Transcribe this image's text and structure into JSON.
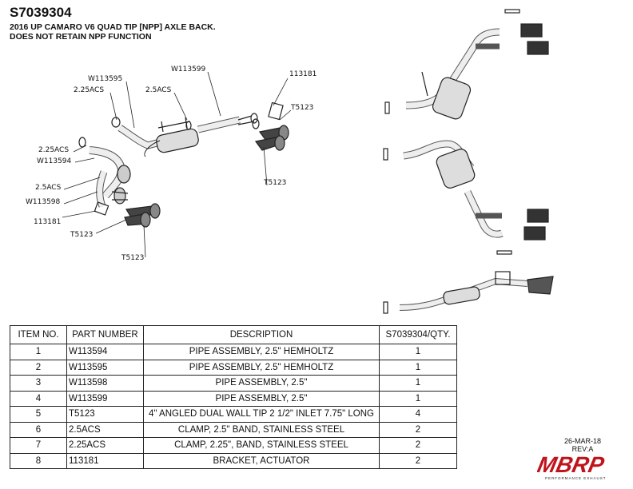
{
  "header": {
    "title": "S7039304",
    "subtitle_line1": "2016 UP CAMARO V6 QUAD TIP [NPP] AXLE BACK.",
    "subtitle_line2": "DOES NOT RETAIN NPP FUNCTION"
  },
  "callouts": {
    "w113599": "W113599",
    "i113181_top": "113181",
    "w113595": "W113595",
    "acs225_top": "2.25ACS",
    "acs25_top": "2.5ACS",
    "t5123_right1": "T5123",
    "t5123_right2": "T5123",
    "acs225_left": "2.25ACS",
    "w113594": "W113594",
    "acs25_left": "2.5ACS",
    "w113598": "W113598",
    "i113181_left": "113181",
    "t5123_left": "T5123",
    "t5123_bottom": "T5123"
  },
  "table": {
    "headers": [
      "ITEM NO.",
      "PART NUMBER",
      "DESCRIPTION",
      "S7039304/QTY."
    ],
    "rows": [
      {
        "item": "1",
        "part": "W113594",
        "desc": "PIPE ASSEMBLY, 2.5\" HEMHOLTZ",
        "qty": "1"
      },
      {
        "item": "2",
        "part": "W113595",
        "desc": "PIPE ASSEMBLY, 2.5\" HEMHOLTZ",
        "qty": "1"
      },
      {
        "item": "3",
        "part": "W113598",
        "desc": "PIPE ASSEMBLY, 2.5\"",
        "qty": "1"
      },
      {
        "item": "4",
        "part": "W113599",
        "desc": "PIPE ASSEMBLY, 2.5\"",
        "qty": "1"
      },
      {
        "item": "5",
        "part": "T5123",
        "desc": "4\" ANGLED DUAL WALL TIP 2 1/2\" INLET 7.75\" LONG",
        "qty": "4"
      },
      {
        "item": "6",
        "part": "2.5ACS",
        "desc": "CLAMP, 2.5\" BAND,  STAINLESS STEEL",
        "qty": "2"
      },
      {
        "item": "7",
        "part": "2.25ACS",
        "desc": "CLAMP, 2.25\", BAND, STAINLESS STEEL",
        "qty": "2"
      },
      {
        "item": "8",
        "part": "113181",
        "desc": "BRACKET, ACTUATOR",
        "qty": "2"
      }
    ]
  },
  "footer": {
    "date": "26-MAR-18",
    "rev": "REV:A",
    "logo_text": "MBRP",
    "logo_tagline": "PERFORMANCE EXHAUST"
  }
}
